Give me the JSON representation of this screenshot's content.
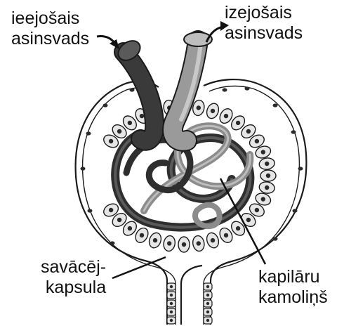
{
  "labels": {
    "afferent": {
      "line1": "ieejošais",
      "line2": "asinsvads"
    },
    "efferent": {
      "line1": "izejošais",
      "line2": "asinsvads"
    },
    "capsule": {
      "line1": "savācēj-",
      "line2": "kapsula"
    },
    "tuft": {
      "line1": "kapilāru",
      "line2": "kamoliņš"
    }
  },
  "colors": {
    "outline": "#1a1a1a",
    "afferent_vessel": "#3a3a3a",
    "efferent_vessel": "#9a9a9a",
    "capillary_dark": "#2e2e2e",
    "capillary_light": "#8c8c8c",
    "cells_fill": "#e6e6e6",
    "nucleus": "#2a2a2a"
  }
}
